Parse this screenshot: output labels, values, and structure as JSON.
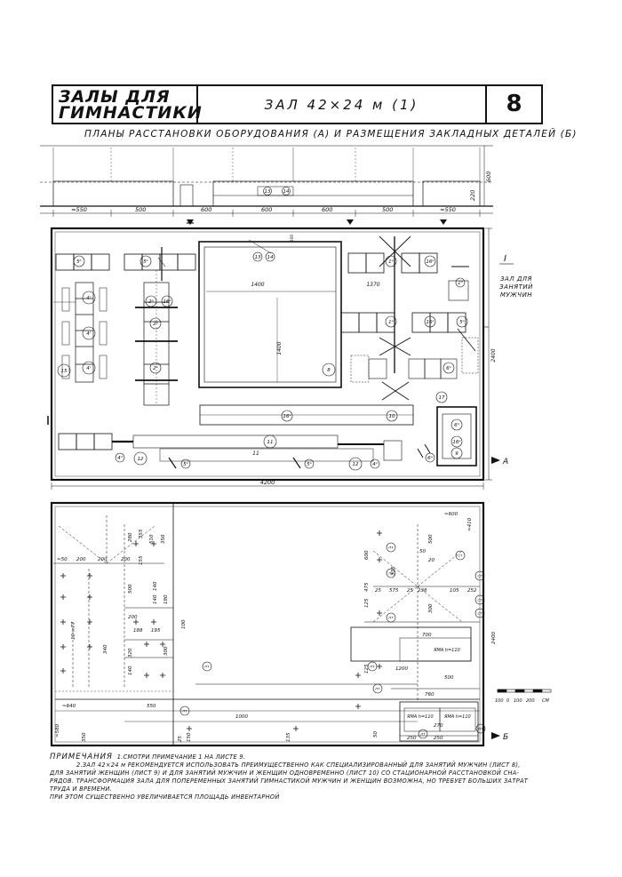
{
  "header": {
    "title_line1": "ЗАЛЫ ДЛЯ",
    "title_line2": "ГИМНАСТИКИ",
    "hall": "ЗАЛ  42×24 м  (1)",
    "sheet_number": "8"
  },
  "subtitle": "ПЛАНЫ РАССТАНОВКИ ОБОРУДОВАНИЯ (А) И РАЗМЕЩЕНИЯ ЗАКЛАДНЫХ ДЕТАЛЕЙ (Б)",
  "elevation": {
    "dims": [
      "≈550",
      "500",
      "600",
      "600",
      "600",
      "500",
      "≈550"
    ],
    "height_labels": [
      "600",
      "220"
    ],
    "markers": [
      "13",
      "14"
    ]
  },
  "plan_a": {
    "section_mark": "I",
    "side_label": [
      "ЗАЛ ДЛЯ",
      "ЗАНЯТИЙ",
      "МУЖЧИН"
    ],
    "view_label": "А",
    "total_width": "4200",
    "right_height": "2400",
    "dims": {
      "carpet_w": "1400",
      "carpet_h": "1400",
      "right_w": "1370",
      "mid": "11",
      "top_small": "600"
    },
    "equipment": [
      "5ᵏ",
      "5ᵏ",
      "4ᶜ",
      "4ᶜ",
      "4ᶜ",
      "2ᵃ",
      "16ᵃ",
      "2ᵃ",
      "2ᵃ",
      "15",
      "13",
      "14",
      "8",
      "1ᵉ",
      "16ᵉ",
      "1ᵃ",
      "1ᵉ",
      "16ᵉ",
      "5ᵃ",
      "6ᵃ",
      "17",
      "16ᵃ",
      "10",
      "11",
      "4ᵈ",
      "12",
      "5ᵃ",
      "5ᵃ",
      "12",
      "4ᵈ",
      "6ᵃ",
      "6ᵃ",
      "16ᵃ",
      "9"
    ]
  },
  "plan_b": {
    "view_label": "Б",
    "scale": [
      "100",
      "0",
      "100",
      "200",
      "СМ"
    ],
    "dims_left": [
      "≈50",
      "200",
      "200",
      "200",
      "155",
      "280",
      "355",
      "510",
      "350",
      "500",
      "140",
      "140",
      "180",
      "200",
      "188",
      "195",
      "340",
      "320",
      "300",
      "140",
      "100",
      "10 ×77"
    ],
    "dims_bottom": [
      "≈640",
      "550",
      "1000",
      "350",
      "≈580",
      "25",
      "150",
      "135",
      "50"
    ],
    "dims_right": [
      "≈600",
      "≈410",
      "335",
      "700",
      "50",
      "20",
      "25",
      "575",
      "25",
      "238",
      "105",
      "252",
      "500",
      "300",
      "1200",
      "760",
      "500",
      "250",
      "270",
      "250",
      "2400",
      "125",
      "125",
      "475",
      "600"
    ],
    "anchors": [
      "ПТ",
      "ПТ",
      "ПТ",
      "СТ",
      "СТ",
      "СТ",
      "СТ",
      "ПТ",
      "ПТ",
      "ПТ",
      "ПТ",
      "ПТ",
      "ПТ"
    ],
    "pit_labels": [
      "ЯМА h=110",
      "ЯМА h=110",
      "ЯМА h=110"
    ]
  },
  "notes": {
    "heading": "ПРИМЕЧАНИЯ",
    "note1": "1.СМОТРИ ПРИМЕЧАНИЕ 1 НА ЛИСТЕ 9.",
    "note2_a": "2.ЗАЛ 42×24 м РЕКОМЕНДУЕТСЯ ИСПОЛЬЗОВАТЬ ПРЕИМУЩЕСТВЕННО КАК СПЕЦИАЛИЗИРОВАННЫЙ ДЛЯ ЗАНЯТИЙ МУЖЧИН (ЛИСТ 8),",
    "note2_b": "ДЛЯ ЗАНЯТИЙ ЖЕНЩИН (ЛИСТ 9) И ДЛЯ ЗАНЯТИЙ МУЖЧИН И ЖЕНЩИН ОДНОВРЕМЕННО (ЛИСТ 10) СО СТАЦИОНАРНОЙ РАССТАНОВКОЙ СНА-",
    "note2_c": "РЯДОВ. ТРАНСФОРМАЦИЯ ЗАЛА ДЛЯ ПОПЕРЕМЕННЫХ ЗАНЯТИЙ ГИМНАСТИКОЙ МУЖЧИН И ЖЕНЩИН ВОЗМОЖНА, НО ТРЕБУЕТ БОЛЬШИХ ЗАТРАТ ТРУДА И ВРЕМЕНИ.",
    "note2_d": "ПРИ ЭТОМ СУЩЕСТВЕННО УВЕЛИЧИВАЕТСЯ ПЛОЩАДЬ ИНВЕНТАРНОЙ"
  }
}
